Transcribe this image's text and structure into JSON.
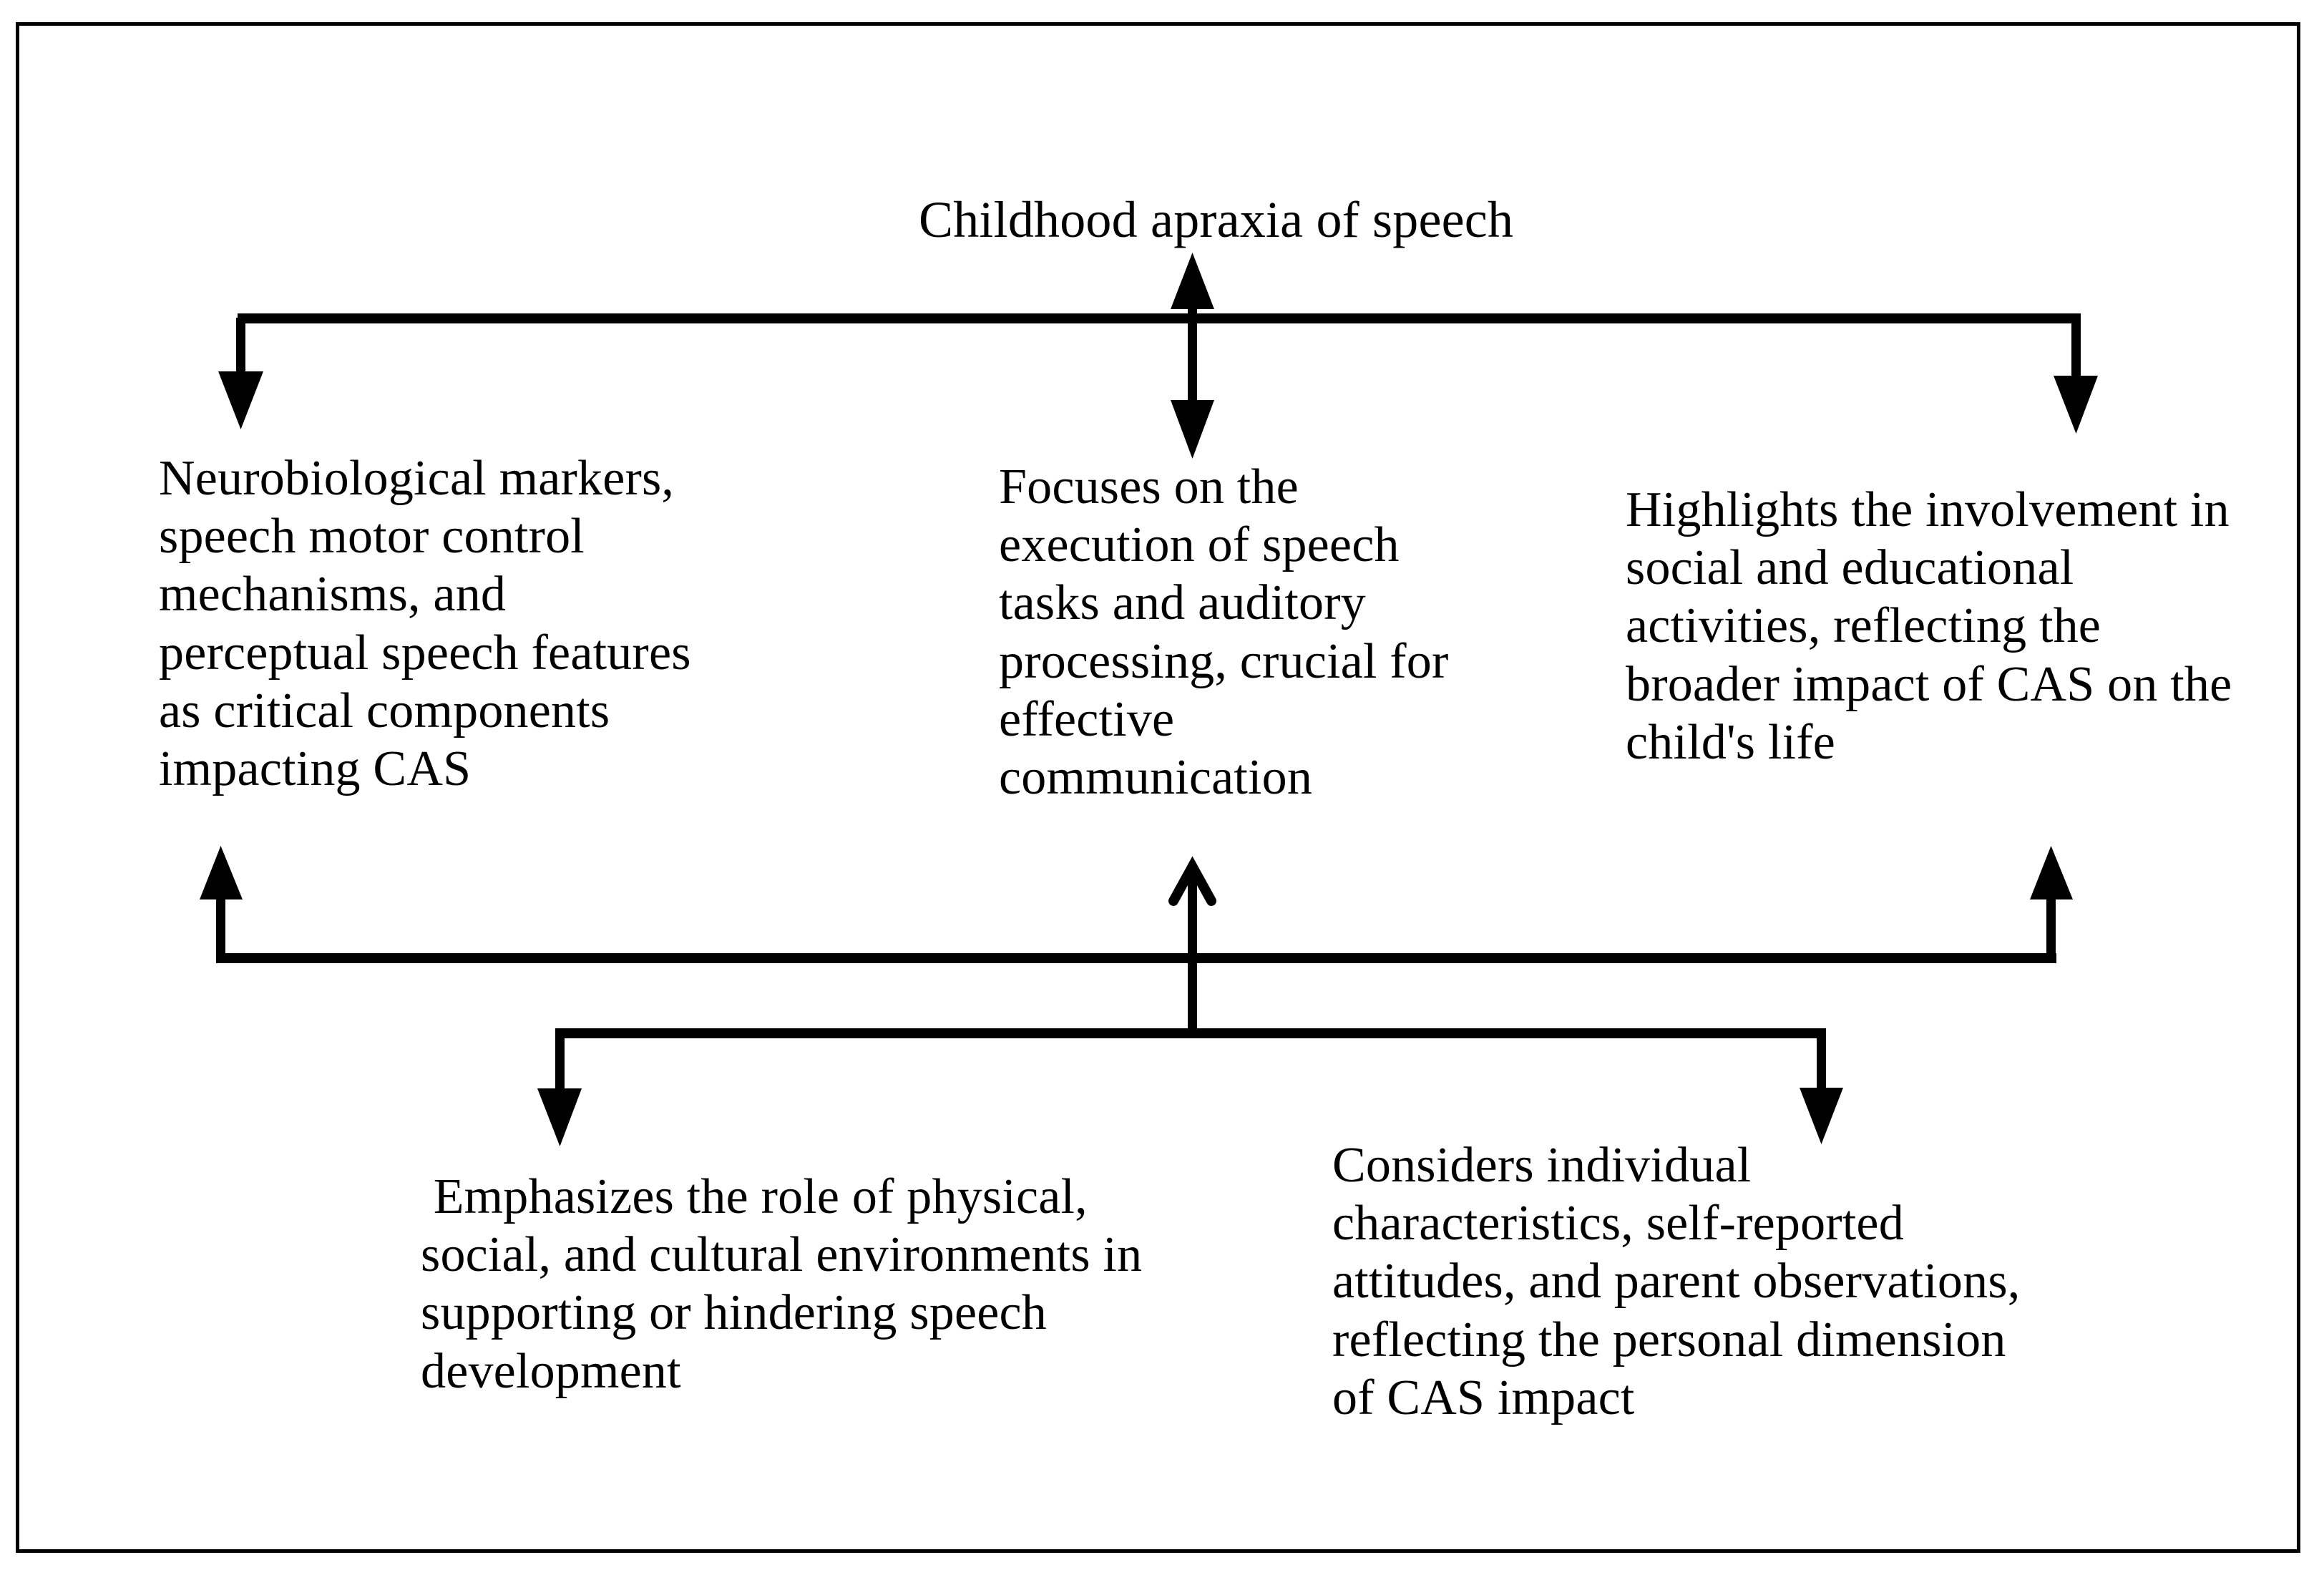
{
  "diagram": {
    "title": "Childhood apraxia of speech",
    "type": "flowchart",
    "orientation": "bidirectional-hub-and-spoke",
    "stroke_color": "#000000",
    "background_color": "#ffffff",
    "border_color": "#000000",
    "nodes": [
      {
        "id": "root",
        "label": "Childhood apraxia of speech",
        "role": "central-concept",
        "position": "top-center"
      },
      {
        "id": "neurobiological",
        "label": "Neurobiological markers,\nspeech motor control\nmechanisms, and\nperceptual speech features\nas critical components\nimpacting CAS",
        "role": "contributing-factor",
        "position": "upper-left"
      },
      {
        "id": "focuses",
        "label": "Focuses on the\nexecution of speech\ntasks and auditory\nprocessing, crucial for\neffective\ncommunication",
        "role": "contributing-factor",
        "position": "upper-center"
      },
      {
        "id": "highlights",
        "label": "Highlights the involvement in\nsocial and educational\nactivities, reflecting the\nbroader impact of CAS on the\nchild's life",
        "role": "contributing-factor",
        "position": "upper-right"
      },
      {
        "id": "emphasizes",
        "label": " Emphasizes the role of physical,\nsocial, and cultural environments in\nsupporting or hindering speech\ndevelopment",
        "role": "contributing-factor",
        "position": "lower-left"
      },
      {
        "id": "considers",
        "label": "Considers individual\ncharacteristics, self-reported\nattitudes, and parent observations,\nreflecting the personal dimension\nof CAS impact",
        "role": "contributing-factor",
        "position": "lower-right"
      }
    ],
    "connectors": [
      {
        "id": "root-up-arrow",
        "from": "top-bus",
        "to": "root",
        "arrowhead": "filled-up"
      },
      {
        "id": "bus-to-neurobiological",
        "from": "top-bus",
        "to": "neurobiological",
        "arrowhead": "filled-down"
      },
      {
        "id": "bus-to-focuses",
        "from": "top-bus",
        "to": "focuses",
        "arrowhead": "filled-down"
      },
      {
        "id": "bus-to-highlights",
        "from": "top-bus",
        "to": "highlights",
        "arrowhead": "filled-down"
      },
      {
        "id": "lower-bus-up-arrow",
        "from": "lower-bus",
        "to": "focuses",
        "arrowhead": "open-up"
      },
      {
        "id": "lower-bus-to-neurobiological",
        "from": "lower-bus",
        "to": "neurobiological",
        "arrowhead": "filled-up"
      },
      {
        "id": "lower-bus-to-highlights",
        "from": "lower-bus",
        "to": "highlights",
        "arrowhead": "filled-up"
      },
      {
        "id": "bottom-bus-to-emphasizes",
        "from": "bottom-bus",
        "to": "emphasizes",
        "arrowhead": "filled-down"
      },
      {
        "id": "bottom-bus-to-considers",
        "from": "bottom-bus",
        "to": "considers",
        "arrowhead": "filled-down"
      }
    ]
  }
}
